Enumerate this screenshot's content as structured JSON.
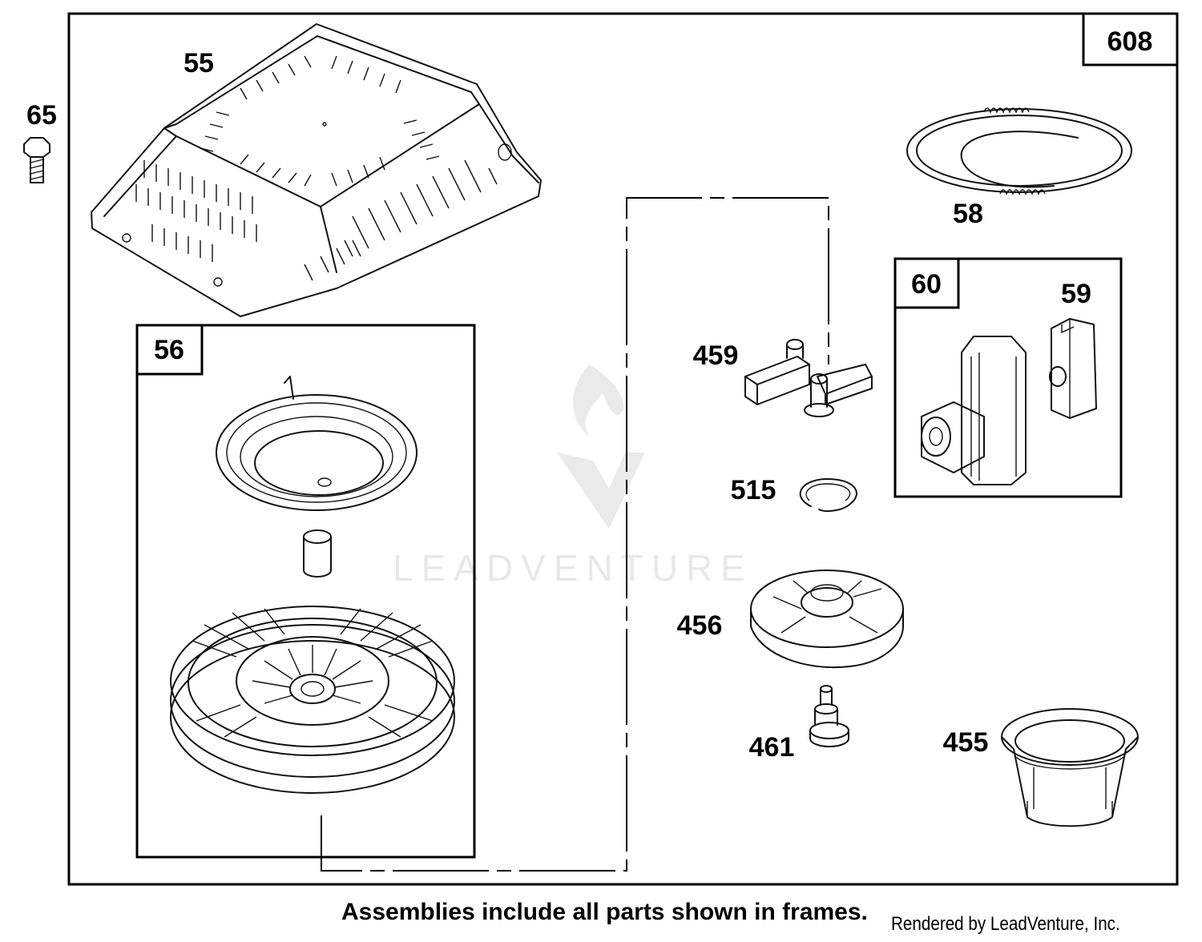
{
  "parts": [
    {
      "ref": "608"
    },
    {
      "ref": "65"
    },
    {
      "ref": "55"
    },
    {
      "ref": "56"
    },
    {
      "ref": "58"
    },
    {
      "ref": "60"
    },
    {
      "ref": "59"
    },
    {
      "ref": "459"
    },
    {
      "ref": "515"
    },
    {
      "ref": "456"
    },
    {
      "ref": "461"
    },
    {
      "ref": "455"
    }
  ],
  "labels": {
    "p608": "608",
    "p65": "65",
    "p55": "55",
    "p56": "56",
    "p58": "58",
    "p60": "60",
    "p59": "59",
    "p459": "459",
    "p515": "515",
    "p456": "456",
    "p461": "461",
    "p455": "455"
  },
  "watermark": "LEADVENTURE",
  "footer": {
    "note": "Assemblies include all parts shown in frames.",
    "credit": "Rendered by LeadVenture, Inc."
  }
}
